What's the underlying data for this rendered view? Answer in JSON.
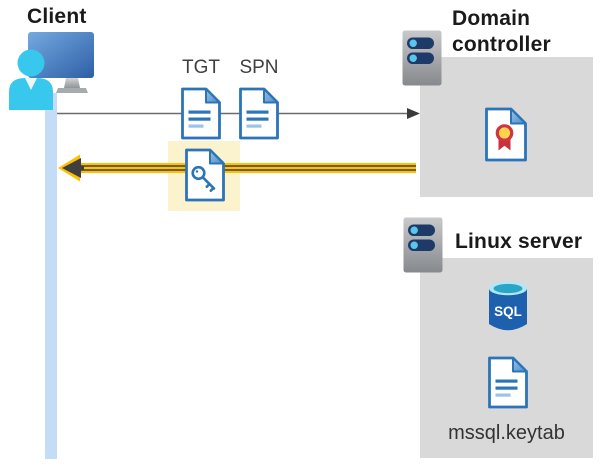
{
  "client": {
    "label": "Client"
  },
  "flow": {
    "tgt_label": "TGT",
    "spn_label": "SPN"
  },
  "domain_controller": {
    "label": "Domain controller"
  },
  "linux_server": {
    "label": "Linux server",
    "sql_label": "SQL",
    "keytab_label": "mssql.keytab"
  },
  "colors": {
    "doc_blue": "#2c74b8",
    "doc_line_light": "#9dc3e6",
    "request_arrow_gray": "#6b6b6b",
    "arrowhead_dark": "#3b3b3b",
    "response_arrow_gold": "#ffc000",
    "highlight_yellow": "#faf3ce",
    "panel_gray": "#d9d9d9",
    "client_bar_blue": "#c4dcf6",
    "person_cyan": "#38c8ee",
    "monitor_blue_start": "#74a9e0",
    "monitor_blue_end": "#2e5fa6",
    "server_slot_navy": "#1e3a69",
    "server_dot_cyan": "#59c6ec",
    "sql_body_blue": "#1c60ae",
    "sql_top_light": "#aee9fb",
    "sql_top_teal": "#2aa5c6",
    "cert_red": "#c9303c",
    "cert_gold": "#ffd44c"
  }
}
